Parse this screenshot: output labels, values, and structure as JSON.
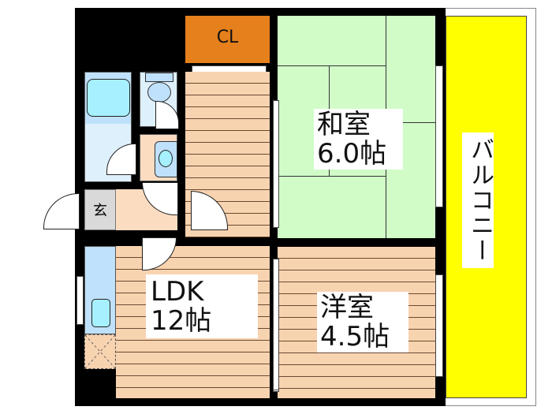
{
  "floorplan": {
    "rooms": {
      "closet": {
        "label": "CL"
      },
      "washitsu": {
        "name": "和室",
        "size": "6.0帖"
      },
      "yoshitsu": {
        "name": "洋室",
        "size": "4.5帖"
      },
      "ldk": {
        "name": "LDK",
        "size": "12帖"
      },
      "entrance": {
        "label": "玄"
      },
      "balcony": {
        "label": "バルコニー"
      }
    },
    "colors": {
      "wall": "#000000",
      "closet": "#e5801c",
      "tatami": "#d1fcc8",
      "wood_floor": "#f8d3b0",
      "balcony": "#ffff00",
      "wet_area": "#bfe1fb",
      "fixture": "#a6f0ff",
      "entrance": "#d9d9d9"
    }
  }
}
